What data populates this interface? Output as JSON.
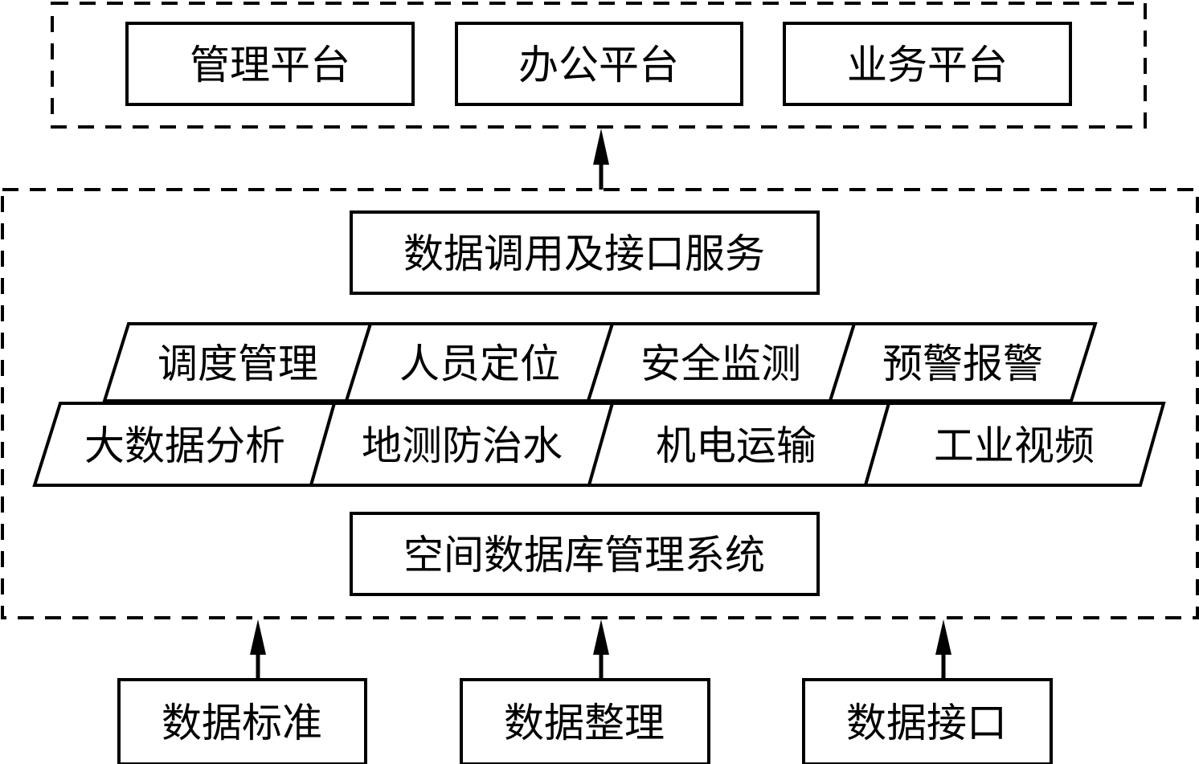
{
  "diagram": {
    "top_layer": {
      "items": [
        "管理平台",
        "办公平台",
        "业务平台"
      ]
    },
    "middle_layer": {
      "service": "数据调用及接口服务",
      "modules_row1": [
        "调度管理",
        "人员定位",
        "安全监测",
        "预警报警"
      ],
      "modules_row2": [
        "大数据分析",
        "地测防治水",
        "机电运输",
        "工业视频"
      ],
      "database": "空间数据库管理系统"
    },
    "bottom_layer": {
      "items": [
        "数据标准",
        "数据整理",
        "数据接口"
      ]
    },
    "connections": [
      {
        "from": "middle_layer",
        "to": "top_layer"
      },
      {
        "from": "数据标准",
        "to": "middle_layer"
      },
      {
        "from": "数据整理",
        "to": "middle_layer"
      },
      {
        "from": "数据接口",
        "to": "middle_layer"
      }
    ]
  }
}
